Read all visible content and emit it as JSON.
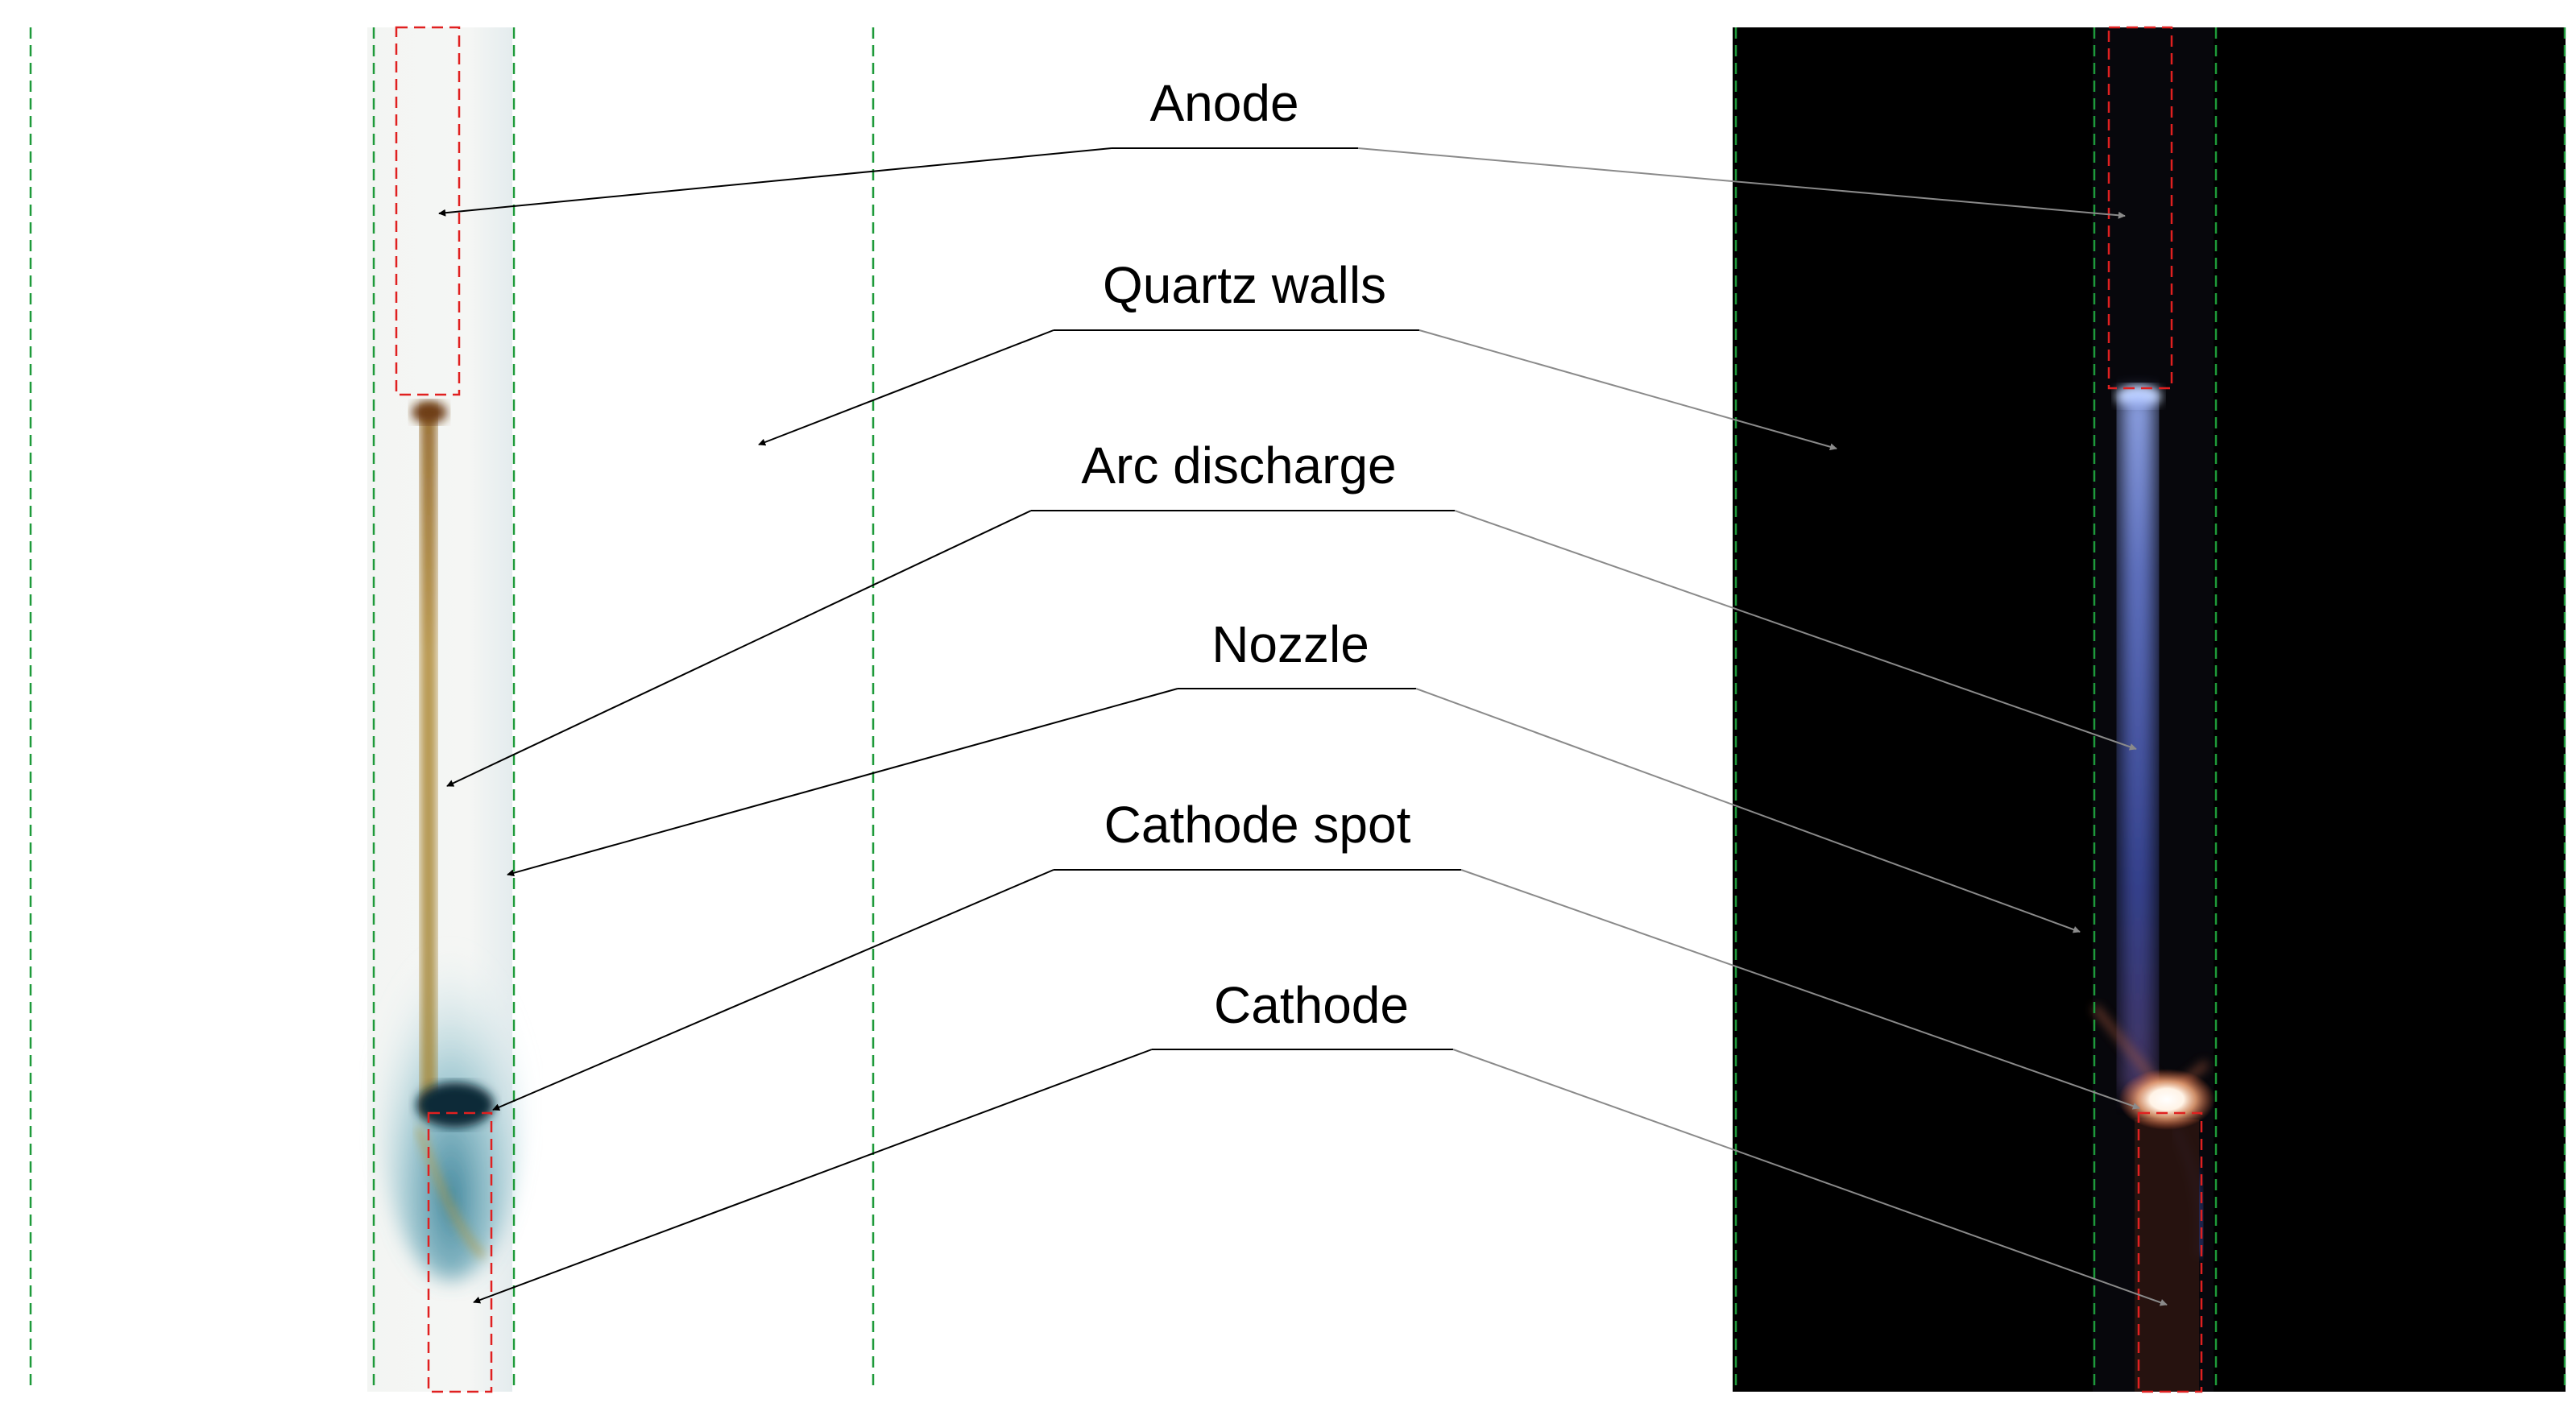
{
  "labels": [
    {
      "id": "anode",
      "text": "Anode"
    },
    {
      "id": "quartz-walls",
      "text": "Quartz walls"
    },
    {
      "id": "arc-discharge",
      "text": "Arc discharge"
    },
    {
      "id": "nozzle",
      "text": "Nozzle"
    },
    {
      "id": "cathode-spot",
      "text": "Cathode spot"
    },
    {
      "id": "cathode",
      "text": "Cathode"
    }
  ],
  "colors": {
    "wall_guide": "#1e9a3a",
    "electrode_outline": "#e02020",
    "left_arrow": "#000000",
    "right_arrow": "#8a8a8a",
    "photo_background": "#000000",
    "leader_line": "#000000"
  }
}
